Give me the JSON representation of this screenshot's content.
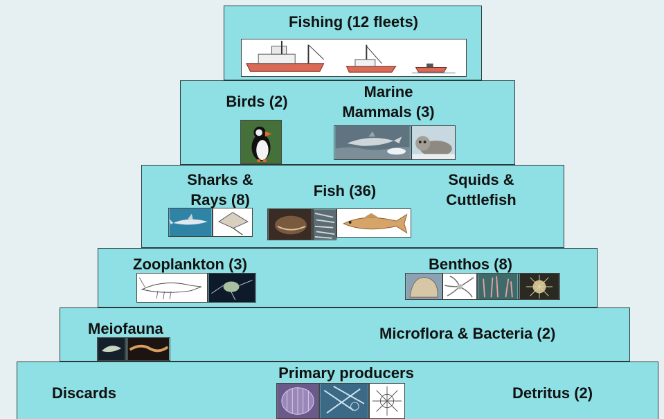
{
  "tiers": {
    "fishing": {
      "label": "Fishing (12 fleets)"
    },
    "predators": {
      "birds": "Birds (2)",
      "mammals": "Marine\nMammals (3)"
    },
    "nekton": {
      "sharks": "Sharks &\nRays (8)",
      "fish": "Fish (36)",
      "squids": "Squids &\nCuttlefish"
    },
    "plankton_benthos": {
      "zooplankton": "Zooplankton (3)",
      "benthos": "Benthos (8)"
    },
    "meio": {
      "meiofauna": "Meiofauna",
      "microflora": "Microflora & Bacteria (2)"
    },
    "base": {
      "primary": "Primary producers",
      "discards": "Discards",
      "detritus": "Detritus (2)"
    }
  },
  "images": {
    "fishing": [
      "trawler-image",
      "small-trawler-image",
      "small-boat-image"
    ],
    "birds": [
      "puffin-image"
    ],
    "mammals": [
      "dolphin-image",
      "seal-image"
    ],
    "sharks": [
      "shark-image",
      "ray-image"
    ],
    "fish": [
      "anglerfish-image",
      "anchovy-image",
      "cod-image"
    ],
    "zooplankton": [
      "krill-image",
      "copepod-image"
    ],
    "benthos": [
      "shell-image",
      "brittle-star-image",
      "polychaete-image",
      "sea-urchin-image"
    ],
    "meiofauna": [
      "amphipod-image",
      "nematode-image"
    ],
    "primary": [
      "diatom-image",
      "phytoplankton-image",
      "radiolarian-image"
    ]
  },
  "colors": {
    "tier_fill": "#8ee0e4",
    "background": "#e6f0f2"
  }
}
